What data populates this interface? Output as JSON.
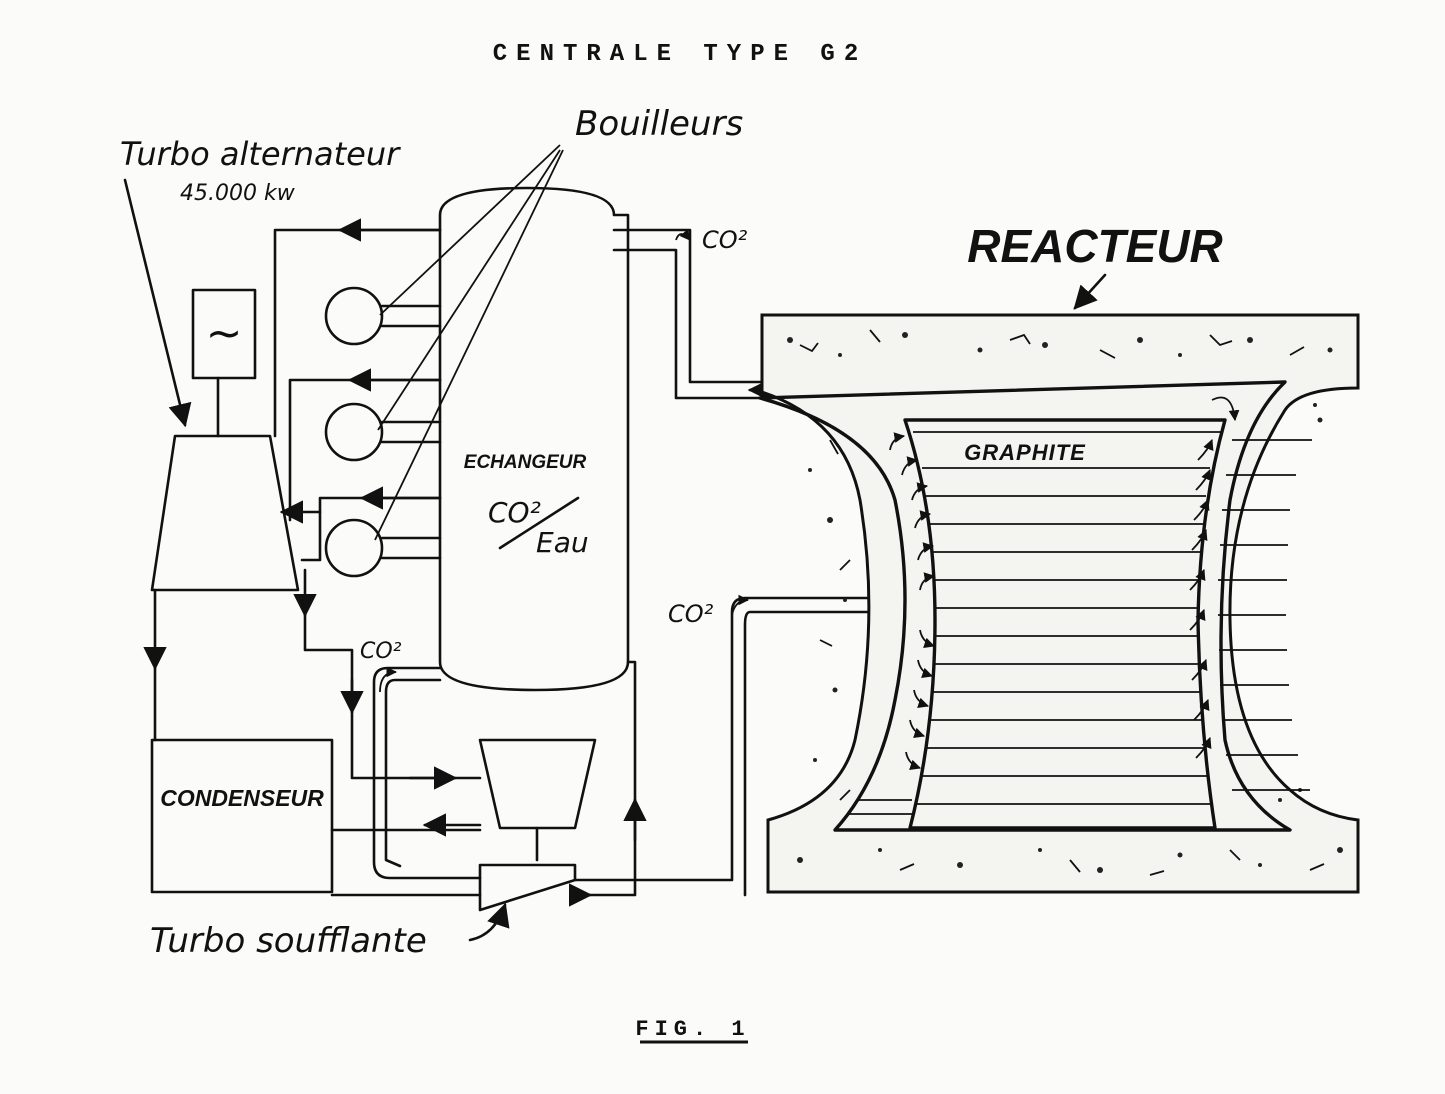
{
  "title": "CENTRALE TYPE G2",
  "caption": "FIG. 1",
  "labels": {
    "turbo_alternateur": "Turbo alternateur",
    "power": "45.000 kw",
    "bouilleurs": "Bouilleurs",
    "reacteur": "REACTEUR",
    "echangeur": "ECHANGEUR",
    "co2_eau_top": "CO²",
    "co2_eau_bottom": "Eau",
    "graphite": "GRAPHITE",
    "condenseur": "CONDENSEUR",
    "turbo_soufflante": "Turbo soufflante",
    "co2_top": "CO²",
    "co2_mid": "CO²",
    "co2_left": "CO²",
    "generator_symbol": "~"
  }
}
